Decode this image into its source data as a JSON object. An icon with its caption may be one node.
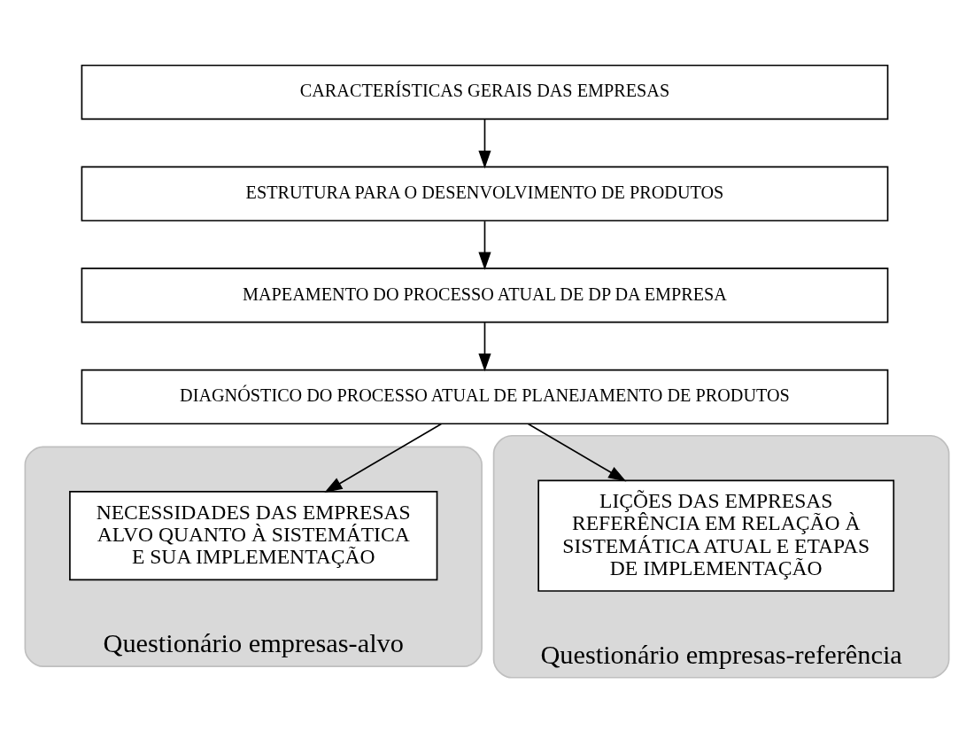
{
  "diagram": {
    "nodes": [
      {
        "text": [
          "Questionário empresas-alvo"
        ]
      },
      {
        "text": [
          "Questionário empresas-referência"
        ]
      },
      {
        "text": [
          "CARACTERÍSTICAS GERAIS DAS EMPRESAS"
        ]
      },
      {
        "text": [
          "ESTRUTURA PARA O DESENVOLVIMENTO DE PRODUTOS"
        ]
      },
      {
        "text": [
          "MAPEAMENTO DO PROCESSO ATUAL DE DP DA EMPRESA"
        ]
      },
      {
        "text": [
          "DIAGNÓSTICO DO PROCESSO ATUAL DE PLANEJAMENTO DE PRODUTOS"
        ]
      },
      {
        "text": [
          "NECESSIDADES DAS EMPRESAS ALVO QUANTO À SISTEMÁTICA E SUA IMPLEMENTAÇÃO"
        ],
        "in": 0
      },
      {
        "text": [
          "LIÇÕES DAS EMPRESAS REFERÊNCIA EM RELAÇÃO À SISTEMÁTICA ATUAL E ETAPAS DE IMPLEMENTAÇÃO"
        ],
        "in": 1
      }
    ],
    "edges": [
      {
        "from": 2,
        "to": 3,
        "arrow": "to"
      },
      {
        "from": 3,
        "to": 4,
        "arrow": "to"
      },
      {
        "from": 4,
        "to": 5,
        "arrow": "to"
      },
      {
        "from": 5,
        "to": 6,
        "arrow": "to"
      },
      {
        "from": 5,
        "to": 7,
        "arrow": "to"
      }
    ]
  }
}
